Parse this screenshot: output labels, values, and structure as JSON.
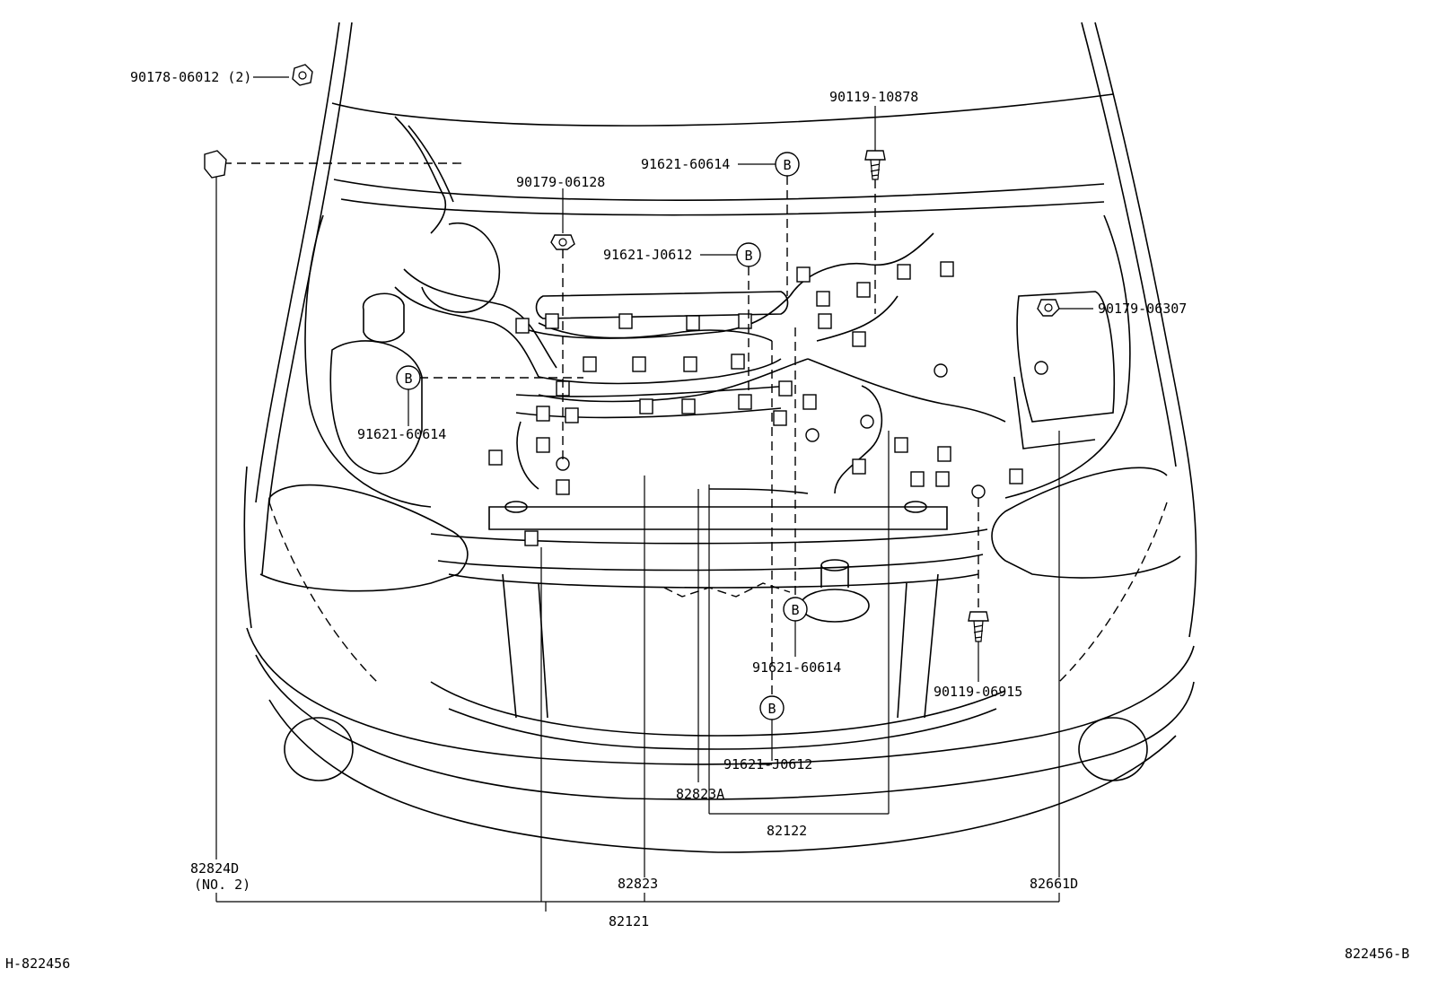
{
  "parts": {
    "p90178": "90178-06012 (2)",
    "p90119_10878": "90119-10878",
    "p91621_60614_top": "91621-60614",
    "p90179_06128": "90179-06128",
    "p91621_J0612_top": "91621-J0612",
    "p90179_06307": "90179-06307",
    "p91621_60614_left": "91621-60614",
    "p91621_60614_mid": "91621-60614",
    "p90119_06915": "90119-06915",
    "p91621_J0612_bot": "91621-J0612",
    "p82823A": "82823A",
    "p82122": "82122",
    "p82824D": "82824D",
    "p82824D_sub": "(NO. 2)",
    "p82823": "82823",
    "p82661D": "82661D",
    "p82121": "82121"
  },
  "clip_symbol": "B",
  "footer": {
    "left_code": "H-822456",
    "right_code": "822456-B"
  }
}
